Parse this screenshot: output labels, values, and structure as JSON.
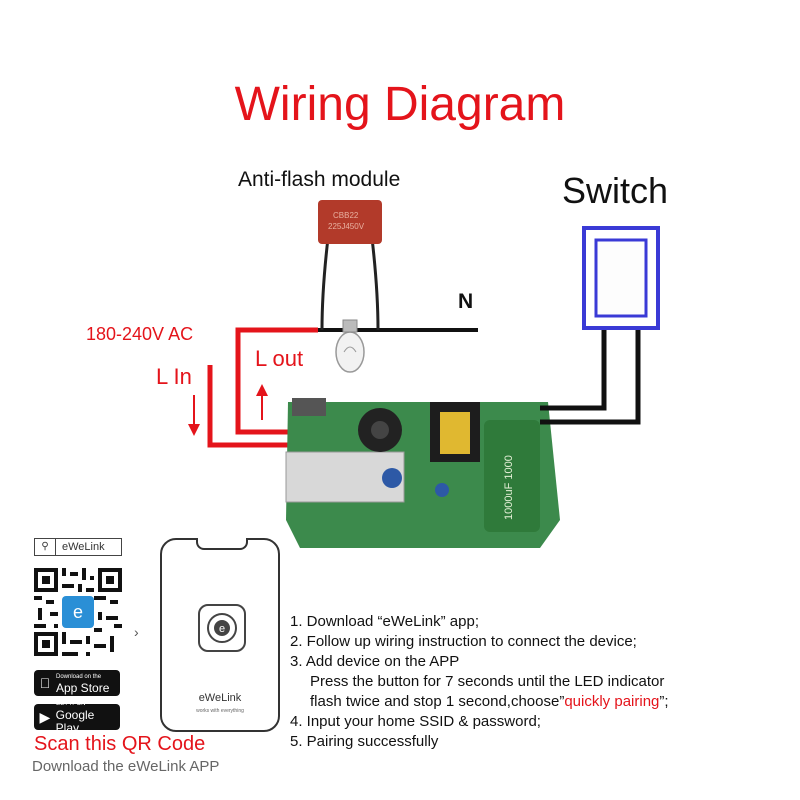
{
  "title": "Wiring Diagram",
  "labels": {
    "module": "Anti-flash module",
    "switch": "Switch",
    "neutral": "N",
    "voltage": "180-240V AC",
    "line_in": "L In",
    "line_out": "L out"
  },
  "capacitor_text": [
    "CBB22",
    "225J450V"
  ],
  "board_cap_text": "1000uF 1000",
  "colors": {
    "title": "#e4141b",
    "live_wire": "#e4141b",
    "neutral_wire": "#111111",
    "switch_frame": "#3a3ad6",
    "pcb": "#3c8a4c",
    "capacitor": "#b23a2a"
  },
  "app": {
    "search_text": "eWeLink",
    "app_store": {
      "small": "Download on the",
      "big": "App Store"
    },
    "google_play": {
      "small": "GET IT ON",
      "big": "Google Play"
    },
    "phone_app_name": "eWeLink",
    "phone_app_tagline": "works with everything",
    "scan_label": "Scan this QR Code",
    "download_label": "Download the eWeLink APP"
  },
  "steps": {
    "s1": "1. Download “eWeLink” app;",
    "s2": "2. Follow up wiring instruction to connect the device;",
    "s3": "3. Add device on the APP",
    "s3a": "Press the button for 7 seconds until the LED indicator",
    "s3b_pre": "flash twice and stop 1 second,choose”",
    "s3b_red": "quickly pairing",
    "s3b_post": "”;",
    "s4": "4. Input your home SSID & password;",
    "s5": "5. Pairing successfully"
  }
}
